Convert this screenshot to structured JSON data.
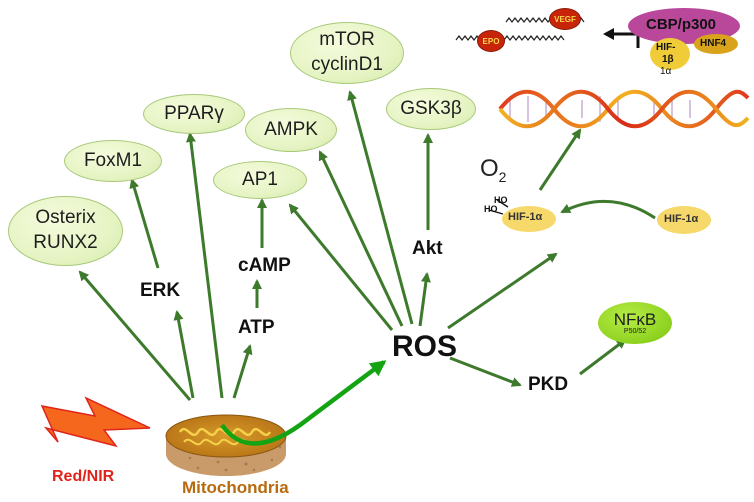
{
  "nodes": {
    "osterix_runx2": {
      "line1": "Osterix",
      "line2": "RUNX2"
    },
    "foxm1": "FoxM1",
    "ppar": "PPARγ",
    "ampk": "AMPK",
    "ap1": "AP1",
    "mtor_cyclind1": {
      "line1": "mTOR",
      "line2": "cyclinD1"
    },
    "gsk3b": "GSK3β"
  },
  "labels": {
    "erk": "ERK",
    "camp": "cAMP",
    "atp": "ATP",
    "akt": "Akt",
    "ros": "ROS",
    "pkd": "PKD",
    "red_nir": "Red/NIR",
    "mitochondria": "Mitochondria",
    "o2": "O",
    "o2_sub": "2"
  },
  "hif": {
    "free": "HIF-1α",
    "hydroxylated": "HIF-1α",
    "ho1": "HO",
    "ho2": "HO",
    "complex_cbp": "CBP/p300",
    "complex_hnf4": "HNF4",
    "complex_hif_a": "HIF-",
    "complex_hif_b": "1β",
    "complex_hif_c": "1α"
  },
  "targets": {
    "vegf": "VEGF",
    "epo": "EPO"
  },
  "nfkb": {
    "name": "NFκB",
    "sub": "P50/52"
  },
  "colors": {
    "arrow": "#3d7a2c",
    "ros_arrow": "#13a313",
    "node_fill": "#e6f4c4",
    "nfkb_fill": "#8ed21f",
    "red_nir": "#e0241b",
    "mitochondria_label": "#b86a0e",
    "cbp": "#b9489b",
    "hif": "#f0cc38",
    "vegf_epo": "#c8240a"
  }
}
